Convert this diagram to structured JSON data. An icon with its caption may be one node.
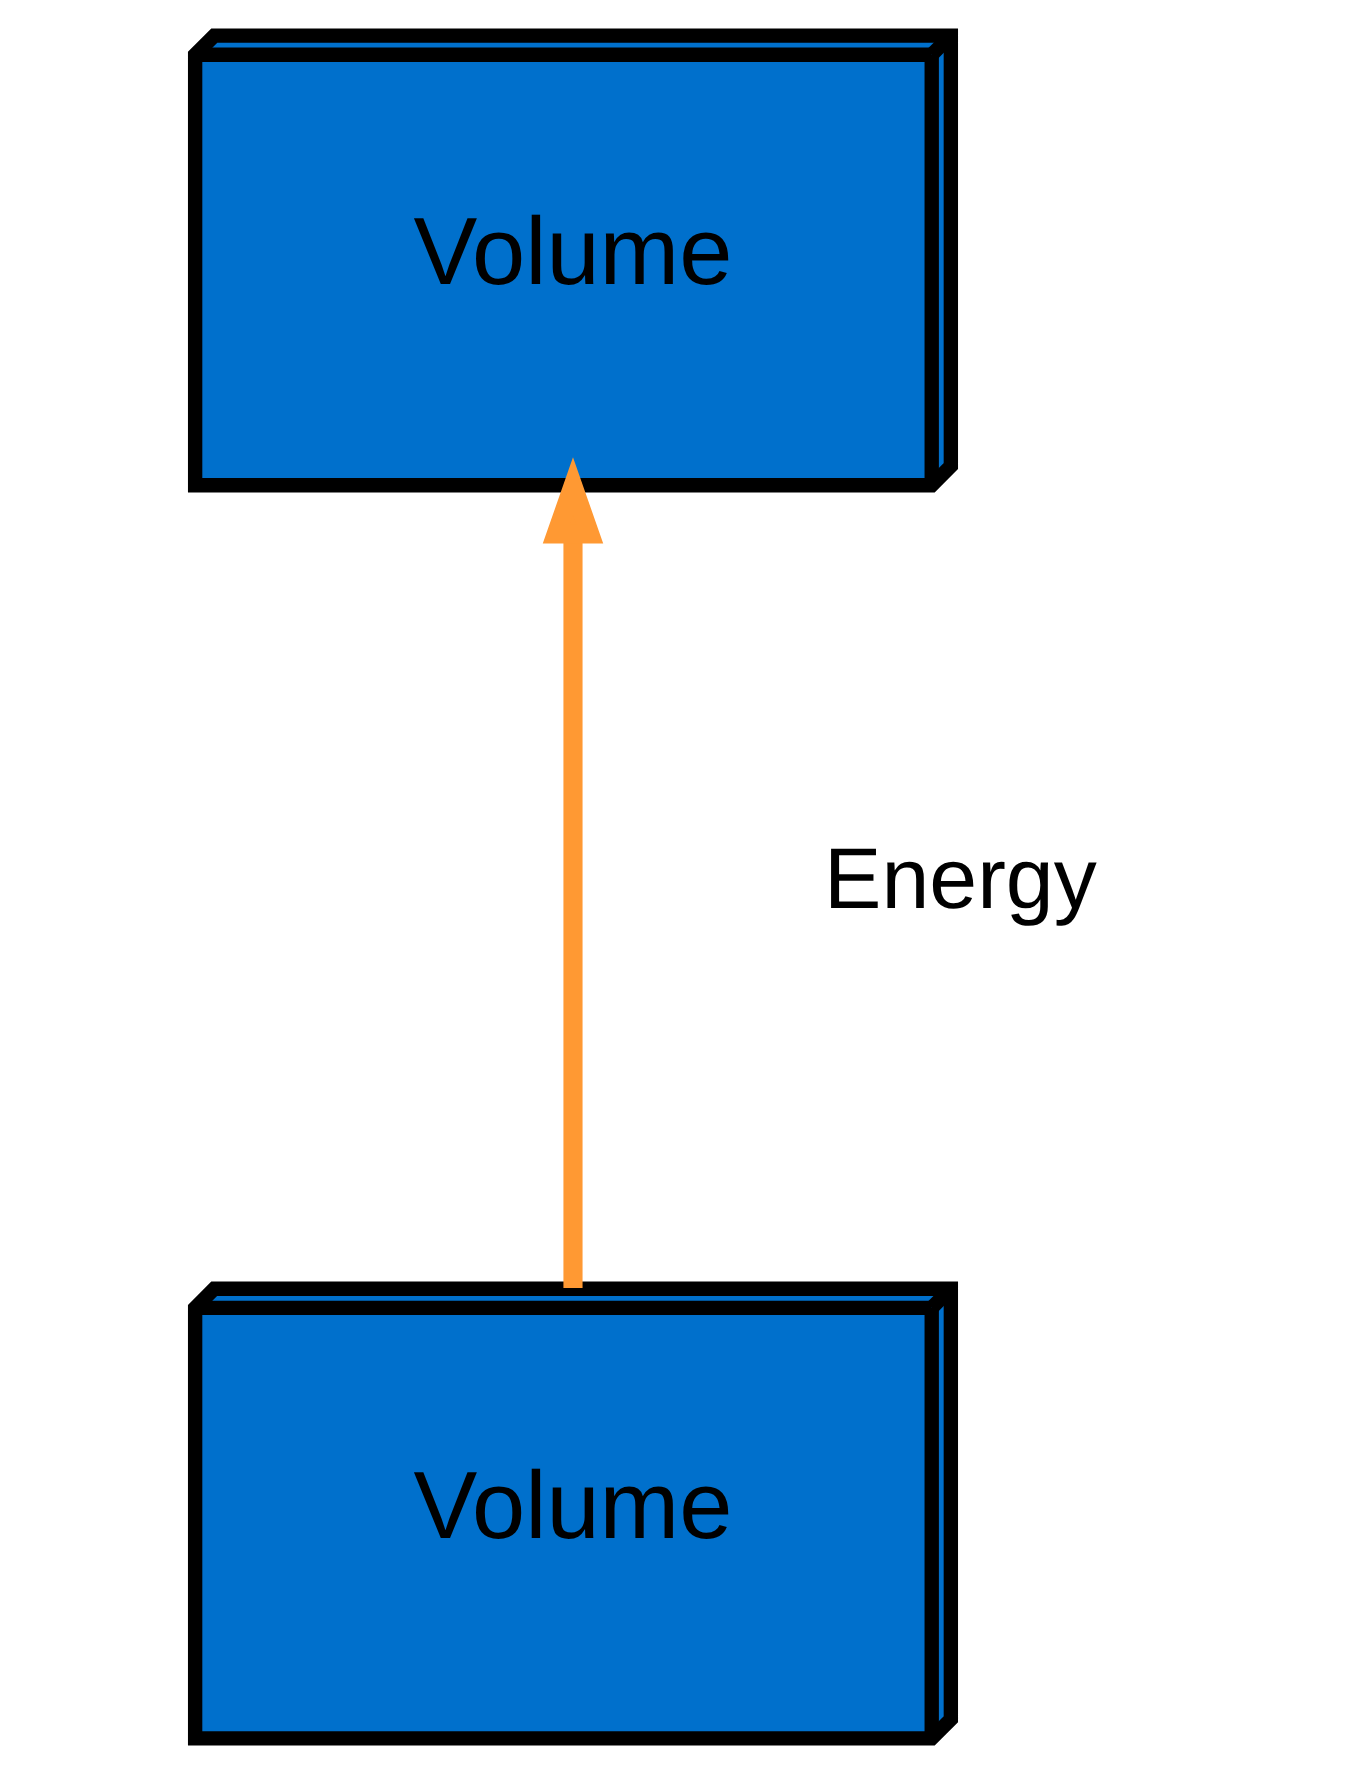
{
  "diagram": {
    "nodes": [
      {
        "text": [
          "Volume"
        ]
      },
      {
        "text": [
          "Volume"
        ]
      }
    ],
    "edges": [
      {
        "from": 0,
        "to": 1,
        "arrow": "to",
        "label": "Energy",
        "color": "#ff9933"
      }
    ]
  }
}
